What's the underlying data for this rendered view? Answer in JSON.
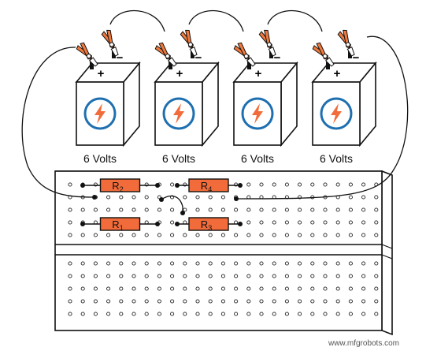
{
  "batteries": [
    {
      "label": "6 Volts",
      "plus": "+",
      "minus": "−"
    },
    {
      "label": "6 Volts",
      "plus": "+",
      "minus": "−"
    },
    {
      "label": "6 Volts",
      "plus": "+",
      "minus": "−"
    },
    {
      "label": "6 Volts",
      "plus": "+",
      "minus": "−"
    }
  ],
  "resistors": [
    {
      "name": "R",
      "sub": "2"
    },
    {
      "name": "R",
      "sub": "4"
    },
    {
      "name": "R",
      "sub": "1"
    },
    {
      "name": "R",
      "sub": "3"
    }
  ],
  "watermark": "www.mfgrobots.com",
  "colors": {
    "resistor": "#f26b3a",
    "clip": "#f07a3e",
    "bolt_ring": "#1e6fb0",
    "bolt": "#f26b3a",
    "line": "#111111"
  }
}
